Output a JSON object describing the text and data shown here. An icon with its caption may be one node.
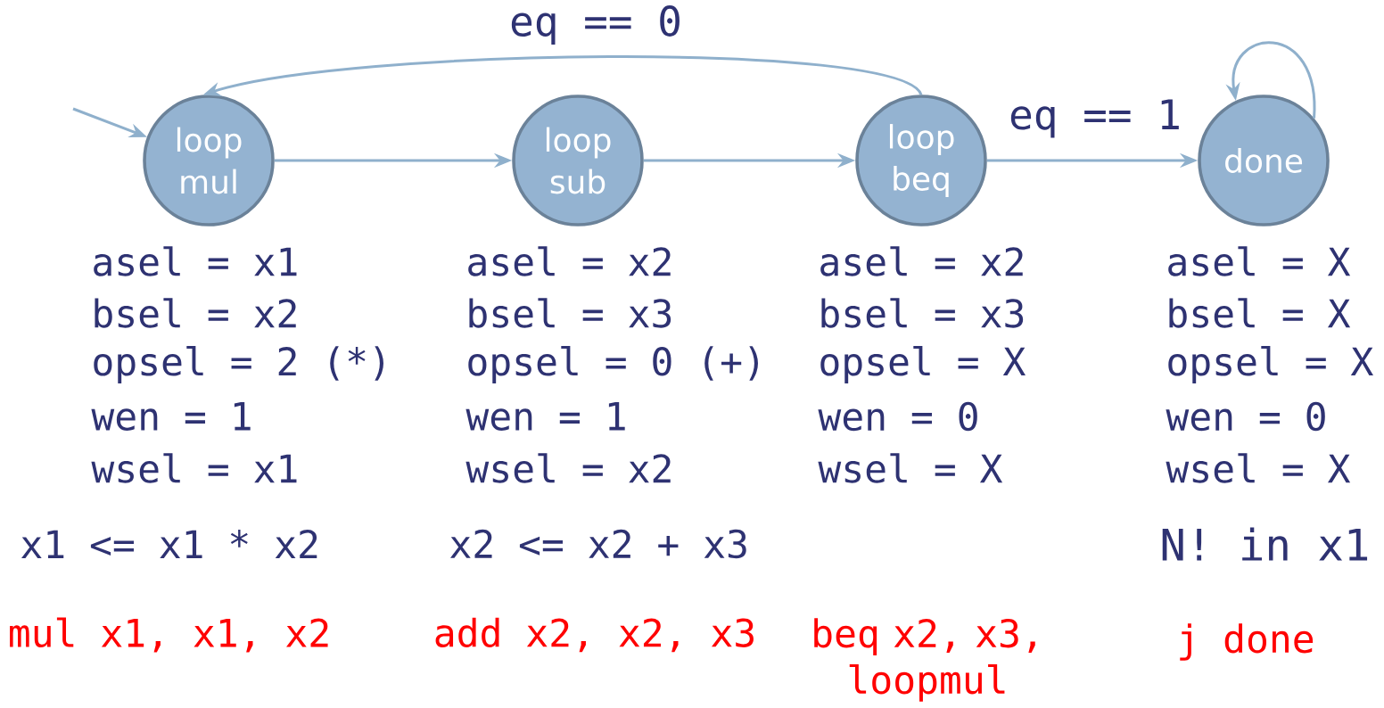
{
  "diagram": {
    "nodes": [
      {
        "text": [
          "loop mul"
        ],
        "beside": [
          "asel = x1",
          "bsel = x2",
          "opsel = 2 (*)",
          "wen = 1",
          "wsel = x1",
          "x1 <= x1 * x2"
        ]
      },
      {
        "text": [
          "loop sub"
        ],
        "beside": [
          "asel = x2",
          "bsel = x3",
          "opsel = 0 (+)",
          "wen = 1",
          "wsel = x2",
          "x2 <= x2 + x3"
        ]
      },
      {
        "text": [
          "loop beq"
        ],
        "beside": [
          "asel = x2",
          "bsel = x3",
          "opsel = X",
          "wen = 0",
          "wsel = X"
        ]
      },
      {
        "text": [
          "done"
        ],
        "beside": [
          "asel = X",
          "bsel = X",
          "opsel = X",
          "wen = 0",
          "wsel = X",
          "N! in x1"
        ]
      }
    ],
    "edges": [
      {
        "from": null,
        "to": 0,
        "arrow": "to"
      },
      {
        "from": 0,
        "to": 1,
        "arrow": "to"
      },
      {
        "from": 1,
        "to": 2,
        "arrow": "to"
      },
      {
        "from": 2,
        "to": 3,
        "arrow": "to",
        "label": "eq == 1"
      },
      {
        "from": 2,
        "to": 0,
        "arrow": "to",
        "label": "eq == 0"
      },
      {
        "from": 3,
        "to": 3,
        "arrow": "to"
      }
    ],
    "labels": [
      "mul x1, x1, x2",
      "add x2, x2, x3",
      "beq x2, x3, loopmul",
      "j done"
    ]
  }
}
